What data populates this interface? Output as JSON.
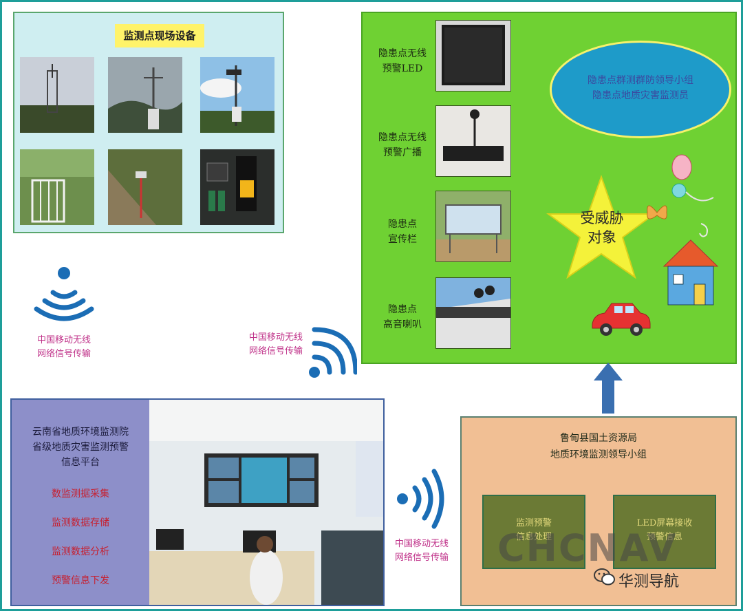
{
  "field_panel": {
    "title": "监测点现场设备"
  },
  "green_panel": {
    "devices": [
      {
        "label_lines": [
          "隐患点无线",
          "预警LED"
        ]
      },
      {
        "label_lines": [
          "隐患点无线",
          "预警广播"
        ]
      },
      {
        "label_lines": [
          "隐患点",
          "宣传栏"
        ]
      },
      {
        "label_lines": [
          "隐患点",
          "高音喇叭"
        ]
      }
    ],
    "ellipse_lines": [
      "隐患点群测群防领导小组",
      "隐患点地质灾害监测员"
    ],
    "star_lines": [
      "受威胁",
      "对象"
    ]
  },
  "wireless": [
    {
      "lines": [
        "中国移动无线",
        "网络信号传输"
      ]
    },
    {
      "lines": [
        "中国移动无线",
        "网络信号传输"
      ]
    },
    {
      "lines": [
        "中国移动无线",
        "网络信号传输"
      ]
    }
  ],
  "platform": {
    "title_lines": [
      "云南省地质环境监测院",
      "省级地质灾害监测预警",
      "信息平台"
    ],
    "items": [
      "数监测据采集",
      "监测数据存储",
      "监测数据分析",
      "预警信息下发"
    ]
  },
  "county": {
    "title_lines": [
      "鲁甸县国土资源局",
      "地质环境监测领导小组"
    ],
    "box_left_lines": [
      "监测预警",
      "信息处理"
    ],
    "box_right_lines": [
      "LED屏幕接收",
      "预警信息"
    ]
  },
  "watermark": "CHCNAV",
  "brand": "华测导航",
  "colors": {
    "border": "#1e9e9a",
    "green_panel": "#6fd133",
    "field_panel": "#cfeef1",
    "platform_panel": "#8d8fc9",
    "county_panel": "#f1bf94",
    "wireless_icon": "#1b6db5",
    "wireless_text": "#c0338a",
    "arrow": "#3a6fb0"
  }
}
